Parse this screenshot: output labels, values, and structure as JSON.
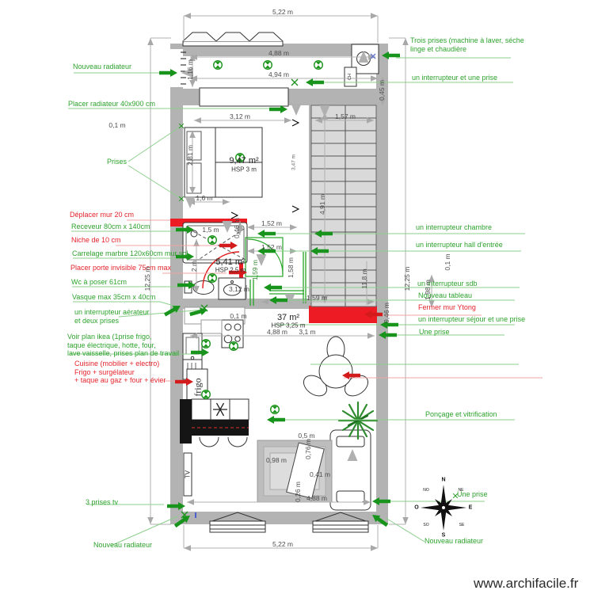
{
  "watermark": "www.archifacile.fr",
  "left_labels": [
    {
      "text": "Nouveau radiateur",
      "color": "green"
    },
    {
      "text": "Placer radiateur 40x900 cm",
      "color": "green"
    },
    {
      "text": "Prises",
      "color": "green"
    },
    {
      "text": "Déplacer mur 20 cm",
      "color": "red"
    },
    {
      "text": "Receveur 80cm x 140cm",
      "color": "green"
    },
    {
      "text": "Niche de 10 cm",
      "color": "red"
    },
    {
      "text": "Carrelage marbre 120x60cm mur sol",
      "color": "green"
    },
    {
      "text": "Placer porte invisible 75cm max",
      "color": "red"
    },
    {
      "text": "Wc à poser 61cm",
      "color": "green"
    },
    {
      "text": "Vasque max 35cm x 40cm",
      "color": "green"
    },
    {
      "text": "un interrupteur aérateur\net deux prises",
      "color": "green"
    },
    {
      "text": "Voir plan ikea (1prise frigo,\ntaque électrique, hotte, four,\n lave vaisselle, prises plan de travail",
      "color": "green"
    },
    {
      "text": "Cuisine (mobilier + electro)\nFrigo + surgélateur\n+ taque au gaz + four + évier",
      "color": "red"
    },
    {
      "text": "3 prises tv",
      "color": "green"
    },
    {
      "text": "Nouveau radiateur",
      "color": "green"
    }
  ],
  "right_labels": [
    {
      "text": "Trois prises (machine à laver, séche\nlinge et chaudière",
      "color": "green"
    },
    {
      "text": "un interrupteur et une prise",
      "color": "green"
    },
    {
      "text": "un interrupteur chambre",
      "color": "green"
    },
    {
      "text": "un interrupteur hall d'entrée",
      "color": "green"
    },
    {
      "text": "un interrupteur sdb",
      "color": "green"
    },
    {
      "text": "Nouveau tableau",
      "color": "green"
    },
    {
      "text": "Fermer mur Ytong",
      "color": "red"
    },
    {
      "text": "un interrupteur séjour et une prise",
      "color": "green"
    },
    {
      "text": "Une prise",
      "color": "green"
    },
    {
      "text": "Ponçage et vitrification",
      "color": "green"
    },
    {
      "text": "Une prise",
      "color": "green"
    },
    {
      "text": "Nouveau radiateur",
      "color": "green"
    }
  ],
  "rooms": [
    {
      "area": "9,47 m²",
      "hsp": "HSP 3 m"
    },
    {
      "area": "5,41 m²",
      "hsp": "HSP 2,5 m"
    },
    {
      "area": "37 m²",
      "hsp": "HSP 3,25 m"
    }
  ],
  "dims": {
    "t522a": "5,22 m",
    "t522b": "5,22 m",
    "t1225L": "12,25 m",
    "t1225R": "12,25 m",
    "t488a": "4,88 m",
    "t494": "4,94 m",
    "t116": "1,16 m",
    "t045": "0,45 m",
    "t312a": "3,12 m",
    "t157": "1,57 m",
    "t281": "2,81 m",
    "t491": "4,91 m",
    "t16": "1,6 m",
    "t01a": "0,1 m",
    "t152a": "1,52 m",
    "t152b": "1,52 m",
    "t046a": "0,46 m",
    "t159a": "1,59 m",
    "t158": "1,58 m",
    "t2": "2 m",
    "t15": "1,5 m",
    "t312b": "3,12 m",
    "t159b": "1,59 m",
    "t118": "11,8 m",
    "t046b": "0,46 m",
    "t01b": "0,1 m",
    "t01c": "0,1 m",
    "t198": "1,98 m",
    "t488b": "4,88 m",
    "t31": "3,1 m",
    "t05": "0,5 m",
    "t098": "0,98 m",
    "t041": "0,41 m",
    "t076": "0,76 m",
    "t026": "0,26 m",
    "t488c": "4,88 m",
    "t347": "3,47 m"
  },
  "plan_texts": {
    "frigo": "frigo",
    "tv": "TV",
    "appliance": "CH"
  },
  "compass": {
    "n": "N",
    "s": "S",
    "e": "E",
    "o": "O",
    "ne": "NE",
    "no": "NO",
    "se": "SE",
    "so": "SO"
  }
}
